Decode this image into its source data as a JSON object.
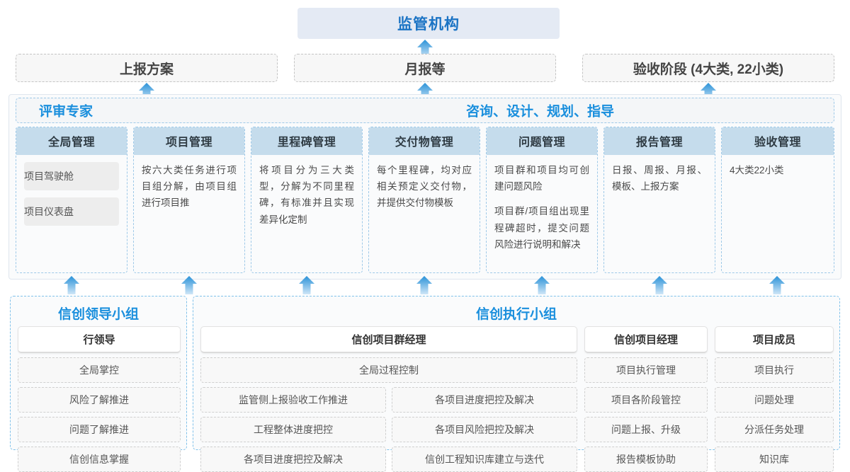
{
  "top": {
    "authority": "监管机构",
    "reports": [
      "上报方案",
      "月报等",
      "验收阶段 (4大类, 22小类)"
    ]
  },
  "middle": {
    "roles": [
      "评审专家",
      "咨询、设计、规划、指导"
    ],
    "columns": [
      {
        "title": "全局管理",
        "pills": [
          "项目驾驶舱",
          "项目仪表盘"
        ],
        "paragraphs": []
      },
      {
        "title": "项目管理",
        "pills": [],
        "paragraphs": [
          "按六大类任务进行项目组分解，由项目组进行项目推"
        ]
      },
      {
        "title": "里程碑管理",
        "pills": [],
        "paragraphs": [
          "将项目分为三大类型，分解为不同里程碑，有标准并且实现差异化定制"
        ]
      },
      {
        "title": "交付物管理",
        "pills": [],
        "paragraphs": [
          "每个里程碑，均对应相关预定义交付物，并提供交付物模板"
        ]
      },
      {
        "title": "问题管理",
        "pills": [],
        "paragraphs": [
          "项目群和项目均可创建问题风险",
          "项目群/项目组出现里程碑超时，提交问题风险进行说明和解决"
        ]
      },
      {
        "title": "报告管理",
        "pills": [],
        "paragraphs": [
          "日报、周报、月报、模板、上报方案"
        ]
      },
      {
        "title": "验收管理",
        "pills": [],
        "paragraphs": [
          "4大类22小类"
        ]
      }
    ]
  },
  "bottom": {
    "groups": [
      {
        "title": "信创领导小组",
        "people": [
          {
            "name": "行领导",
            "duties": [
              "全局掌控",
              "风险了解推进",
              "问题了解推进",
              "信创信息掌握"
            ]
          }
        ]
      },
      {
        "title": "信创执行小组",
        "people": [
          {
            "name": "信创项目群经理",
            "full_width_duty": "全局过程控制",
            "duty_pairs": [
              [
                "监管侧上报验收工作推进",
                "各项目进度把控及解决"
              ],
              [
                "工程整体进度把控",
                "各项目风险把控及解决"
              ],
              [
                "各项目进度把控及解决",
                "信创工程知识库建立与迭代"
              ]
            ]
          },
          {
            "name": "信创项目经理",
            "duties": [
              "项目执行管理",
              "项目各阶段管控",
              "问题上报、升级",
              "报告模板协助"
            ]
          },
          {
            "name": "项目成员",
            "duties": [
              "项目执行",
              "问题处理",
              "分派任务处理",
              "知识库"
            ]
          }
        ]
      }
    ]
  },
  "colors": {
    "accent_blue": "#1a8fdd",
    "authority_bg": "#e4eaf4",
    "authority_text": "#1a73c4",
    "col_header_bg": "#c5dcec",
    "arrow_top": "#2a92d8",
    "arrow_bottom": "#cfe6f7"
  }
}
